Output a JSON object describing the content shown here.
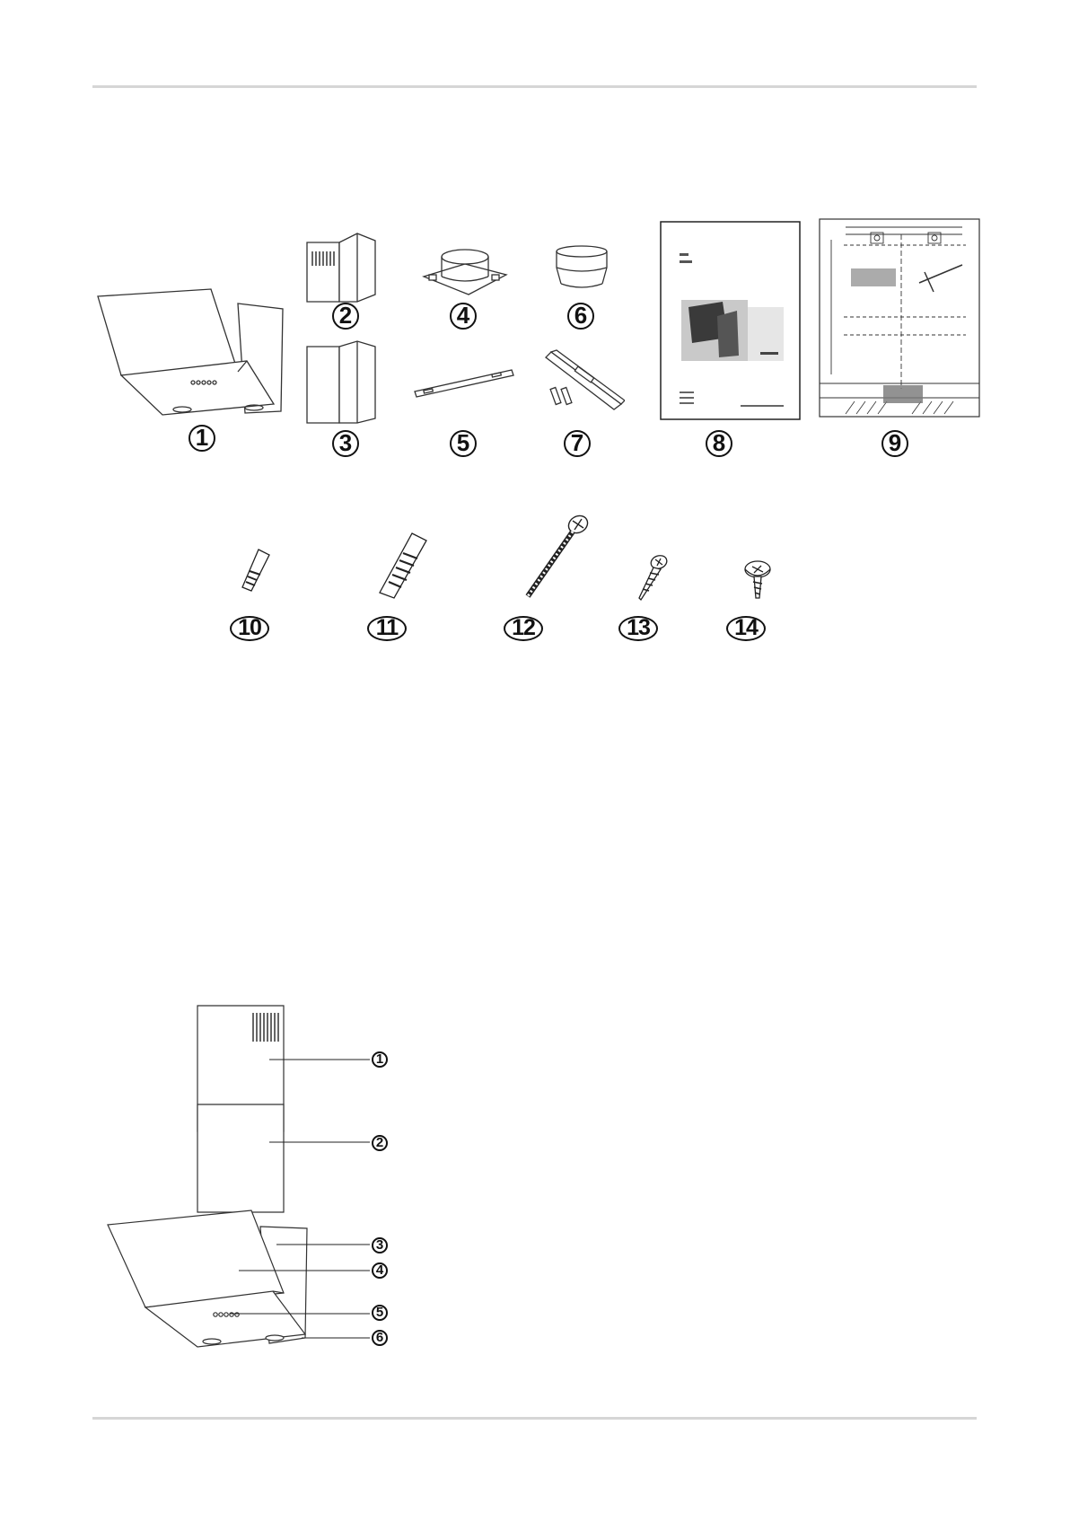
{
  "parts": [
    {
      "number": "1",
      "icon": "hood-icon"
    },
    {
      "number": "2",
      "icon": "upper-chimney-icon"
    },
    {
      "number": "3",
      "icon": "lower-chimney-icon"
    },
    {
      "number": "4",
      "icon": "flange-icon"
    },
    {
      "number": "5",
      "icon": "bracket-icon"
    },
    {
      "number": "6",
      "icon": "reducer-icon"
    },
    {
      "number": "7",
      "icon": "filter-kit-icon"
    },
    {
      "number": "8",
      "icon": "manual-icon"
    },
    {
      "number": "9",
      "icon": "template-icon"
    }
  ],
  "fixings": [
    {
      "number": "10",
      "icon": "small-wall-plug-icon"
    },
    {
      "number": "11",
      "icon": "large-wall-plug-icon"
    },
    {
      "number": "12",
      "icon": "long-screw-icon"
    },
    {
      "number": "13",
      "icon": "short-screw-icon"
    },
    {
      "number": "14",
      "icon": "flange-screw-icon"
    }
  ],
  "assembly": {
    "labels": [
      "1",
      "2",
      "3",
      "4",
      "5",
      "6"
    ]
  }
}
